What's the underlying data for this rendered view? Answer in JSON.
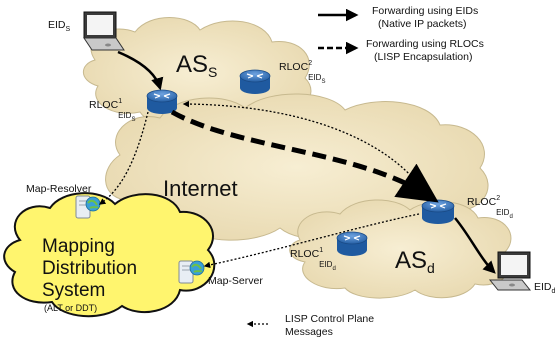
{
  "legend": {
    "solid_line1": "Forwarding using EIDs",
    "solid_line2": "(Native IP packets)",
    "dashed_line1": "Forwarding using RLOCs",
    "dashed_line2": "(LISP Encapsulation)",
    "control_line1": "LISP Control Plane",
    "control_line2": "Messages"
  },
  "clouds": {
    "as_s": {
      "main": "AS",
      "sub": "S"
    },
    "as_d": {
      "main": "AS",
      "sub": "d"
    },
    "internet": "Internet"
  },
  "labels": {
    "eid_s": {
      "main": "EID",
      "sub": "S"
    },
    "eid_d": {
      "main": "EID",
      "sub": "d"
    },
    "rloc1_eids": {
      "main": "RLOC",
      "sup": "1",
      "sub": "EID",
      "subsub": "S"
    },
    "rloc2_eids": {
      "main": "RLOC",
      "sup": "2",
      "sub": "EID",
      "subsub": "S"
    },
    "rloc1_eidd": {
      "main": "RLOC",
      "sup": "1",
      "sub": "EID",
      "subsub": "d"
    },
    "rloc2_eidd": {
      "main": "RLOC",
      "sup": "2",
      "sub": "EID",
      "subsub": "d"
    }
  },
  "mapping_system": {
    "line1": "Mapping",
    "line2": "Distribution",
    "line3": "System",
    "note": "(ALT or DDT)"
  },
  "servers": {
    "map_resolver": "Map-Resolver",
    "map_server": "Map-Server"
  },
  "colors": {
    "cloud_fill": "#f0e4c2",
    "cloud_stroke": "#bfb59a",
    "mapping_fill": "#fff56e",
    "router_blue": "#2f6db4",
    "arrow": "#000000"
  }
}
